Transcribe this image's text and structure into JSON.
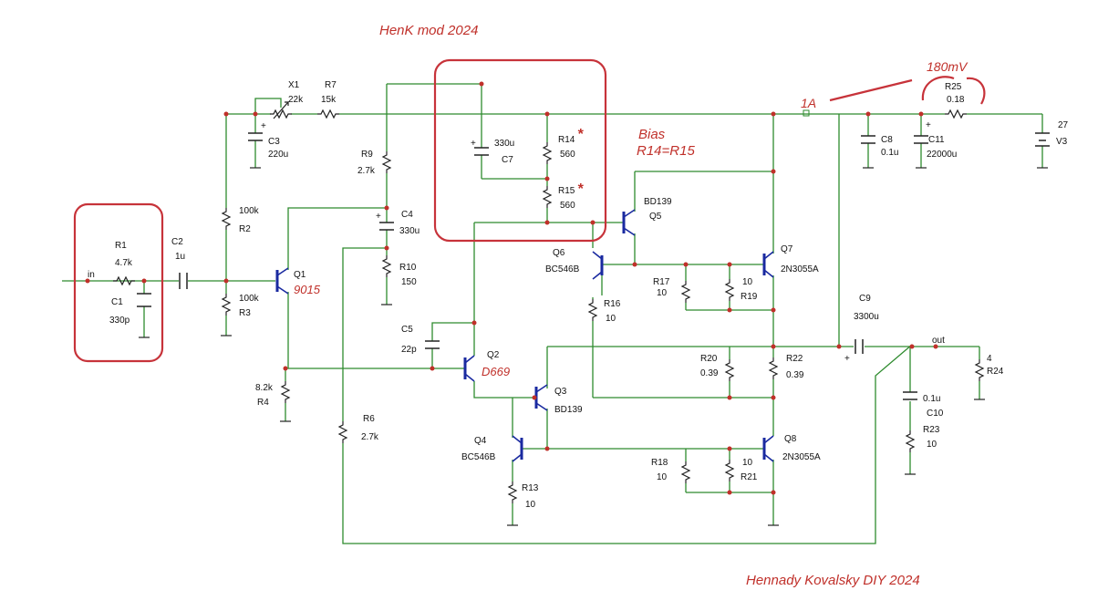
{
  "annotations": {
    "title_mod": "HenK mod 2024",
    "author": "Hennady Kovalsky DIY 2024",
    "bias_title": "Bias",
    "bias_rule": "R14=R15",
    "current": "1A",
    "voltage_drop": "180mV",
    "q1_type": "9015",
    "q2_type": "D669",
    "star": "*"
  },
  "nets": {
    "in": "in",
    "out": "out"
  },
  "components": {
    "R1": {
      "name": "R1",
      "value": "4.7k"
    },
    "C1": {
      "name": "C1",
      "value": "330p"
    },
    "C2": {
      "name": "C2",
      "value": "1u"
    },
    "R2": {
      "name": "R2",
      "value": "100k"
    },
    "R3": {
      "name": "R3",
      "value": "100k"
    },
    "R4": {
      "name": "R4",
      "value": "8.2k"
    },
    "Q1": {
      "name": "Q1"
    },
    "X1": {
      "name": "X1",
      "value": "22k"
    },
    "R7": {
      "name": "R7",
      "value": "15k"
    },
    "C3": {
      "name": "C3",
      "value": "220u"
    },
    "R9": {
      "name": "R9",
      "value": "2.7k"
    },
    "C4": {
      "name": "C4",
      "value": "330u"
    },
    "R10": {
      "name": "R10",
      "value": "150"
    },
    "R6": {
      "name": "R6",
      "value": "2.7k"
    },
    "C5": {
      "name": "C5",
      "value": "22p"
    },
    "Q2": {
      "name": "Q2"
    },
    "C7": {
      "name": "C7",
      "value": "330u"
    },
    "R14": {
      "name": "R14",
      "value": "560"
    },
    "R15": {
      "name": "R15",
      "value": "560"
    },
    "Q5": {
      "name": "Q5",
      "type": "BD139"
    },
    "Q6": {
      "name": "Q6",
      "type": "BC546B"
    },
    "R16": {
      "name": "R16",
      "value": "10"
    },
    "Q7": {
      "name": "Q7",
      "type": "2N3055A"
    },
    "R17": {
      "name": "R17",
      "value": "10"
    },
    "R19": {
      "name": "R19",
      "value": "10"
    },
    "Q3": {
      "name": "Q3",
      "type": "BD139"
    },
    "Q4": {
      "name": "Q4",
      "type": "BC546B"
    },
    "R13": {
      "name": "R13",
      "value": "10"
    },
    "R20": {
      "name": "R20",
      "value": "0.39"
    },
    "R22": {
      "name": "R22",
      "value": "0.39"
    },
    "Q8": {
      "name": "Q8",
      "type": "2N3055A"
    },
    "R18": {
      "name": "R18",
      "value": "10"
    },
    "R21": {
      "name": "R21",
      "value": "10"
    },
    "C8": {
      "name": "C8",
      "value": "0.1u"
    },
    "C11": {
      "name": "C11",
      "value": "22000u"
    },
    "R25": {
      "name": "R25",
      "value": "0.18"
    },
    "V3": {
      "name": "V3",
      "value": "27"
    },
    "C9": {
      "name": "C9",
      "value": "3300u"
    },
    "C10": {
      "name": "C10",
      "value": "0.1u"
    },
    "R23": {
      "name": "R23",
      "value": "10"
    },
    "R24": {
      "name": "R24",
      "value": "4"
    }
  },
  "colors": {
    "wire": "#2e8b2e",
    "transistor": "#1a2aa0",
    "junction": "#c0302a",
    "annotation": "#c7333a"
  }
}
